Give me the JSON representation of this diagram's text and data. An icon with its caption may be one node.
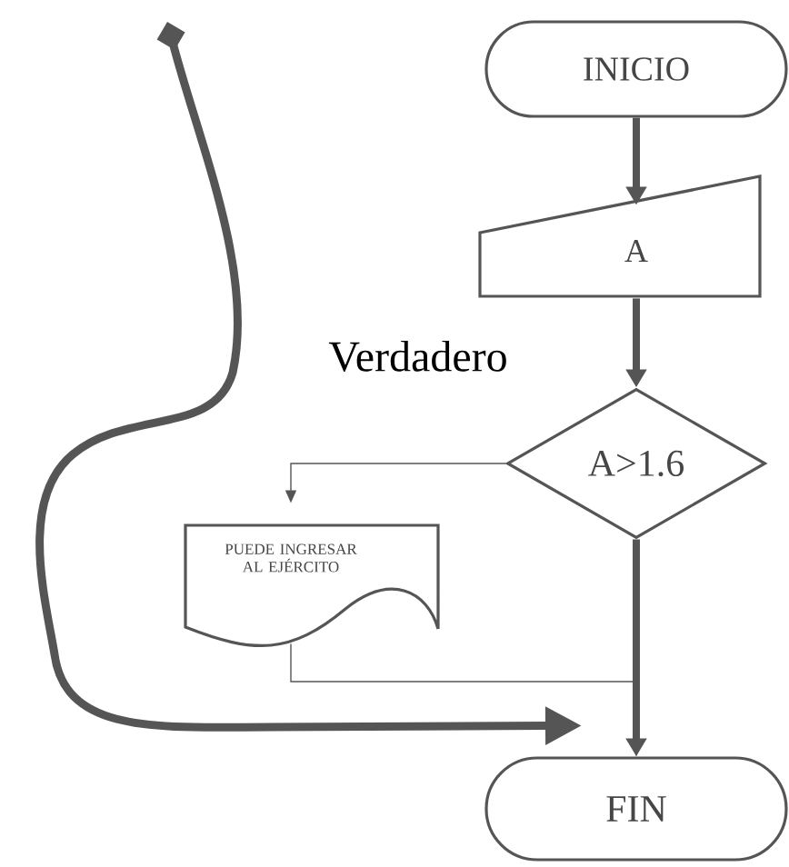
{
  "diagram": {
    "nodes": [
      {
        "text": [
          "INICIO"
        ]
      },
      {
        "text": [
          "A"
        ]
      },
      {
        "text": [
          "A>1.6"
        ]
      },
      {
        "text": [
          "PUEDE INGRESAR AL EJÉRCITO"
        ]
      },
      {
        "text": [
          "FIN"
        ]
      }
    ],
    "edges": [
      {
        "from": 0,
        "to": 1,
        "arrow": "to"
      },
      {
        "from": 1,
        "to": 2,
        "arrow": "to"
      },
      {
        "from": 2,
        "to": 3,
        "arrow": "to"
      },
      {
        "from": 3,
        "to": 4,
        "arrow": "to"
      },
      {
        "from": 2,
        "to": 4,
        "arrow": "to"
      },
      {
        "from": null,
        "to": 4,
        "arrow": "to"
      }
    ],
    "labels": [
      "Verdadero"
    ]
  }
}
